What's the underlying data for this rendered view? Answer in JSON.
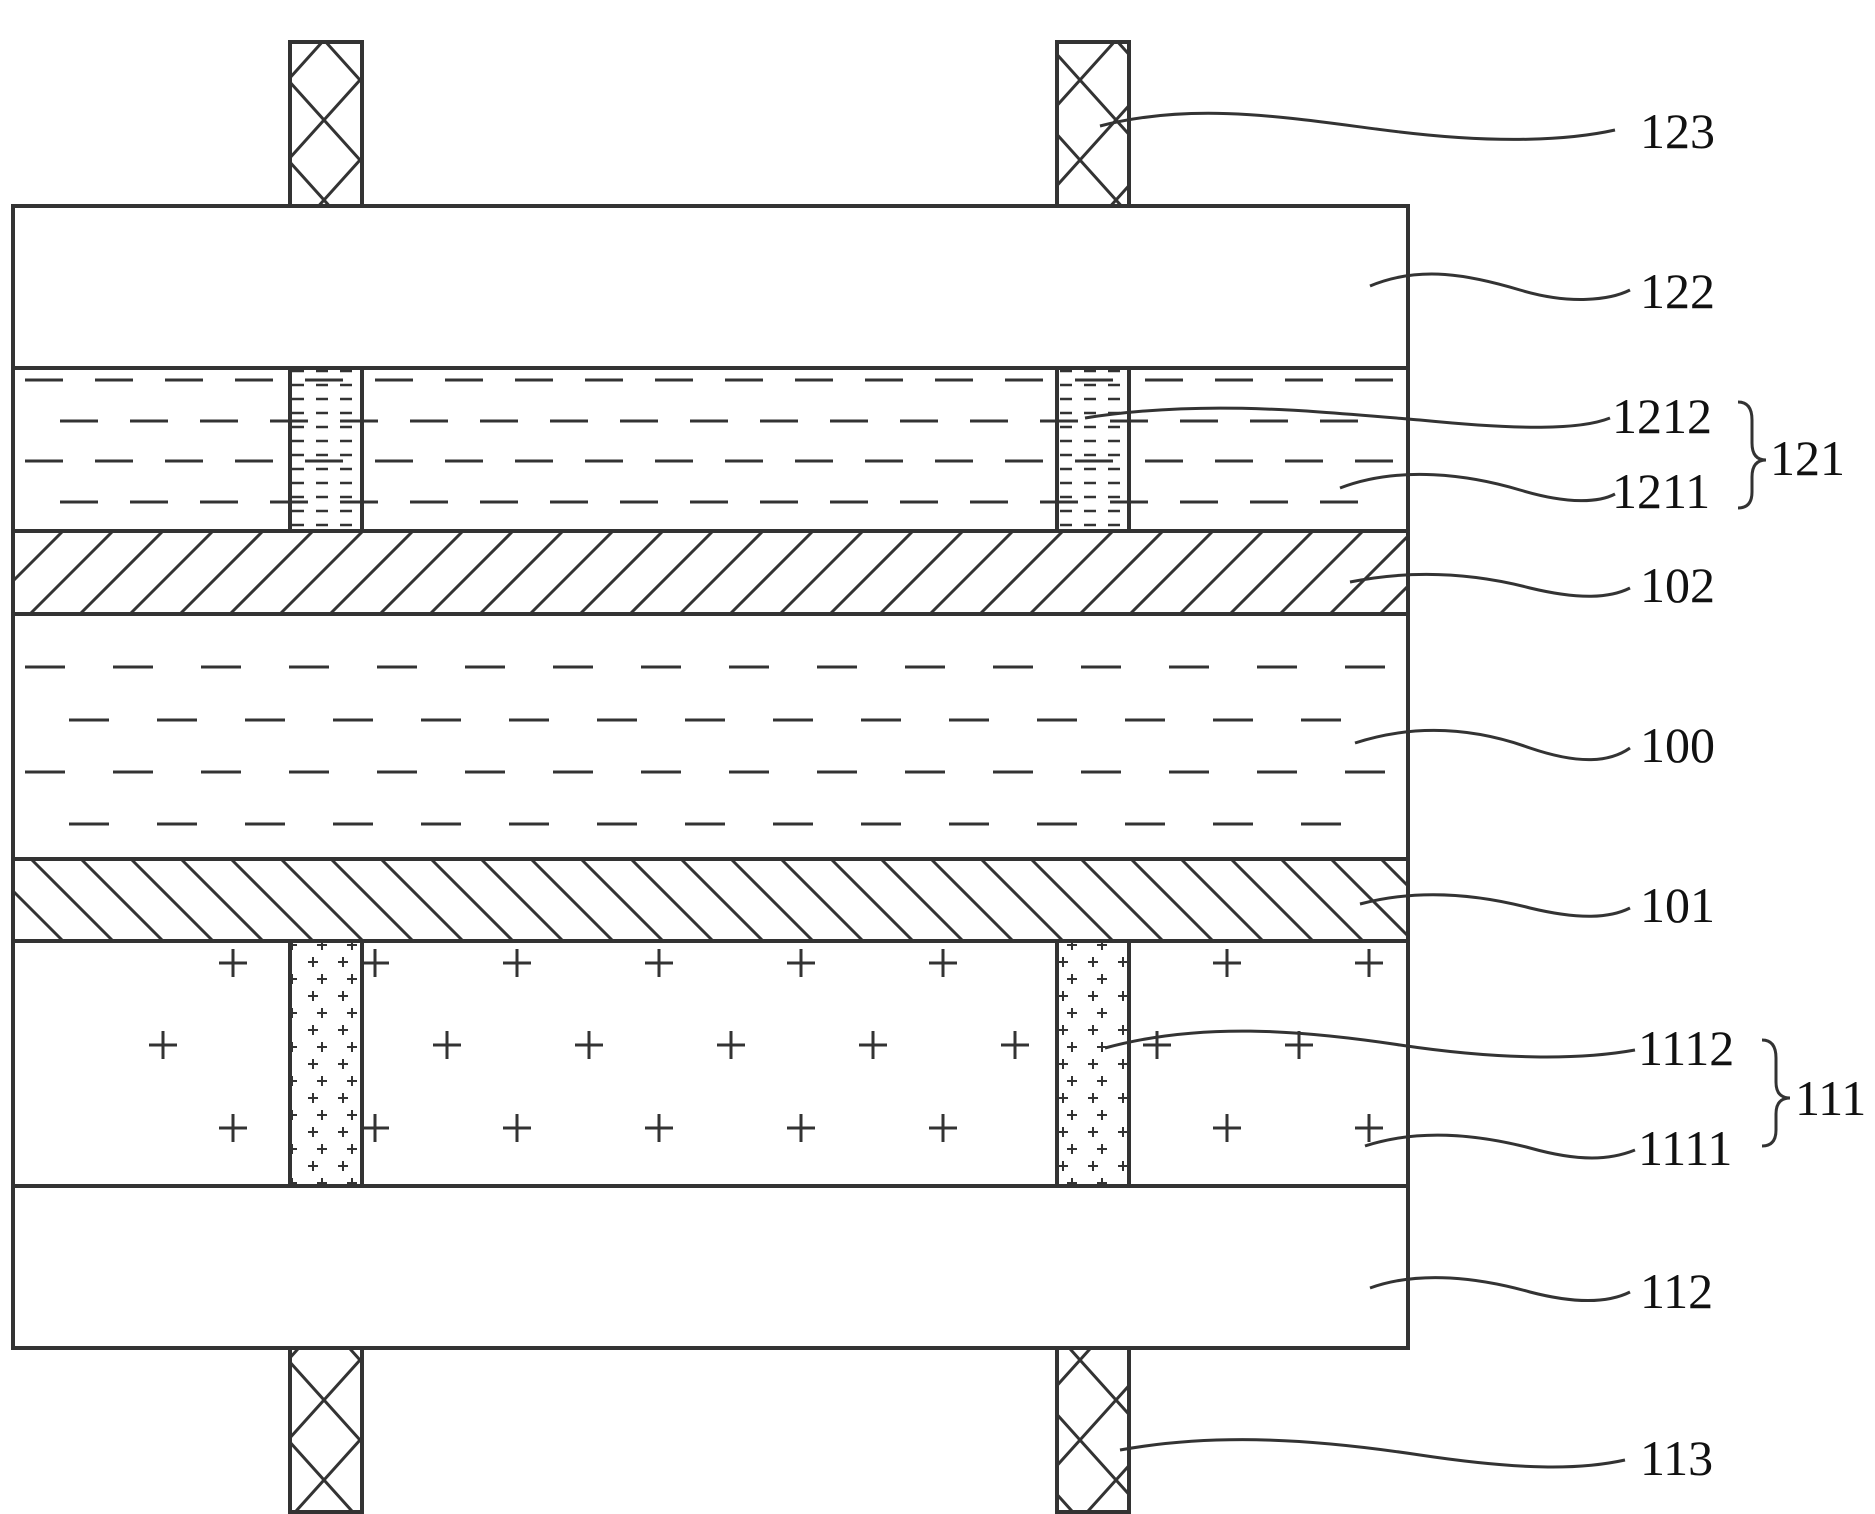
{
  "labels": {
    "l123": "123",
    "l122": "122",
    "l1212": "1212",
    "l1211": "1211",
    "l121": "121",
    "l102": "102",
    "l100": "100",
    "l101": "101",
    "l1112": "1112",
    "l1111": "1111",
    "l111": "111",
    "l112": "112",
    "l113": "113"
  },
  "colors": {
    "line": "#333333",
    "background": "#ffffff"
  }
}
